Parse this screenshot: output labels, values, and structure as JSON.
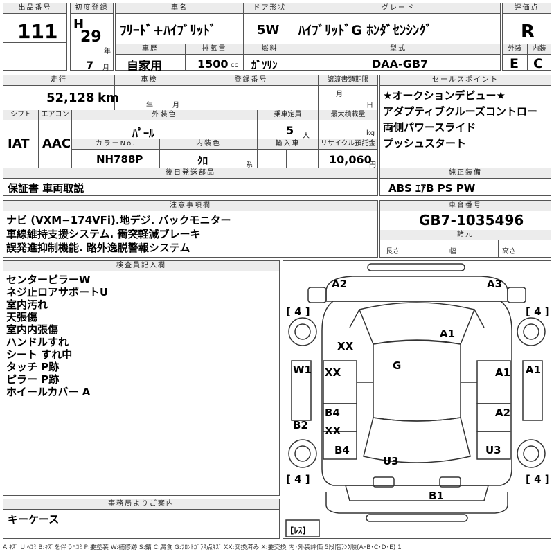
{
  "hdr": {
    "lot_no": "出品番号",
    "first_reg": "初度登録",
    "car_name": "車名",
    "door": "ドア形状",
    "grade": "グレード",
    "score": "評価点",
    "history": "車歴",
    "displacement": "排気量",
    "fuel": "燃料",
    "model_code": "型式",
    "exterior": "外装",
    "interior": "内装",
    "year_unit": "年",
    "month_unit": "月",
    "cc_unit": "cc"
  },
  "vehicle": {
    "lot": "111",
    "era": "H",
    "year": "29",
    "month": "7",
    "name": "ﾌﾘｰﾄﾞ+ﾊｲﾌﾞﾘｯﾄﾞ",
    "door": "5W",
    "grade": "ﾊｲﾌﾞﾘｯﾄﾞG ﾎﾝﾀﾞｾﾝｼﾝｸﾞ",
    "score": "R",
    "history": "自家用",
    "displacement": "1500",
    "fuel": "ｶﾞｿﾘﾝ",
    "model": "DAA-GB7",
    "ext_grade": "E",
    "int_grade": "C"
  },
  "row2": {
    "mileage_label": "走行",
    "inspection_label": "車検",
    "reg_label": "登録番号",
    "transfer_label": "譲渡書類期限",
    "mileage": "52,128",
    "km": "km",
    "year_unit": "年",
    "month_unit": "月",
    "day_unit": "日"
  },
  "row3": {
    "shift_label": "シフト",
    "ac_label": "エアコン",
    "color_label": "外装色",
    "capacity_label": "乗車定員",
    "load_label": "最大積載量",
    "shift": "IAT",
    "ac": "AAC",
    "color": "ﾊﾟｰﾙ",
    "capacity": "5",
    "person_unit": "人",
    "kg": "kg",
    "color_no_label": "カラーNo.",
    "int_color_label": "内装色",
    "import_label": "輸入車",
    "recycle_label": "リサイクル預託金",
    "color_no": "NH788P",
    "int_color": "ｸﾛ",
    "series_unit": "系",
    "recycle": "10,060",
    "yen": "円"
  },
  "later": {
    "label": "後日発送部品",
    "value": "保証書 車両取説"
  },
  "sales": {
    "label": "セールスポイント",
    "lines": [
      "★オークションデビュー★",
      "アダプティブクルーズコントロー",
      "両側パワースライド",
      "プッシュスタート"
    ]
  },
  "equip": {
    "label": "純正装備",
    "value": "ABS ｴｱB PS PW"
  },
  "caution": {
    "label": "注意事項欄",
    "lines": [
      "ナビ (VXM−174VFi).地デジ. バックモニター",
      "車線維持支援システム. 衝突軽減ブレーキ",
      "誤発進抑制機能. 路外逸脱警報システム"
    ]
  },
  "chassis": {
    "label": "車台番号",
    "value": "GB7-1035496",
    "spec_label": "諸元",
    "length": "長さ",
    "width": "幅",
    "height": "高さ"
  },
  "inspector": {
    "label": "検査員記入欄",
    "lines": [
      "センターピラーW",
      "ネジ止ロアサポートU",
      "室内汚れ",
      "天張傷",
      "室内内張傷",
      "ハンドルすれ",
      "シート すれ中",
      "タッチ P跡",
      "ピラー P跡",
      "ホイールカバー A"
    ]
  },
  "office": {
    "label": "事務局よりご案内",
    "value": "キーケース"
  },
  "legend": "A:ｷｽﾞ U:ﾍｺﾐ B:ｷｽﾞを伴うﾍｺﾐ P:要塗装 W:補修跡 S:錆 C:腐食 G:ﾌﾛﾝﾄｶﾞﾗｽ点ｷｽﾞ XX:交換済み X:要交換 内･外装評価 5段階ﾗﾝｸ順(A･B･C･D･E) 1",
  "diagram": {
    "tires": [
      "[ 4 ]",
      "[ 4 ]",
      "[ 4 ]",
      "[ 4 ]"
    ],
    "lres": "[ﾚｽ]",
    "marks": {
      "a2": "A2",
      "a3": "A3",
      "xx_roof": "XX",
      "a1_roof": "A1",
      "g": "G",
      "w1": "W1",
      "xx_ld": "XX",
      "a1_rd": "A1",
      "a1_rside": "A1",
      "b2": "B2",
      "b4_l": "B4",
      "xx_lr": "XX",
      "a2_r": "A2",
      "b4_lw": "B4",
      "u3_c": "U3",
      "u3_r": "U3",
      "b1": "B1"
    }
  }
}
